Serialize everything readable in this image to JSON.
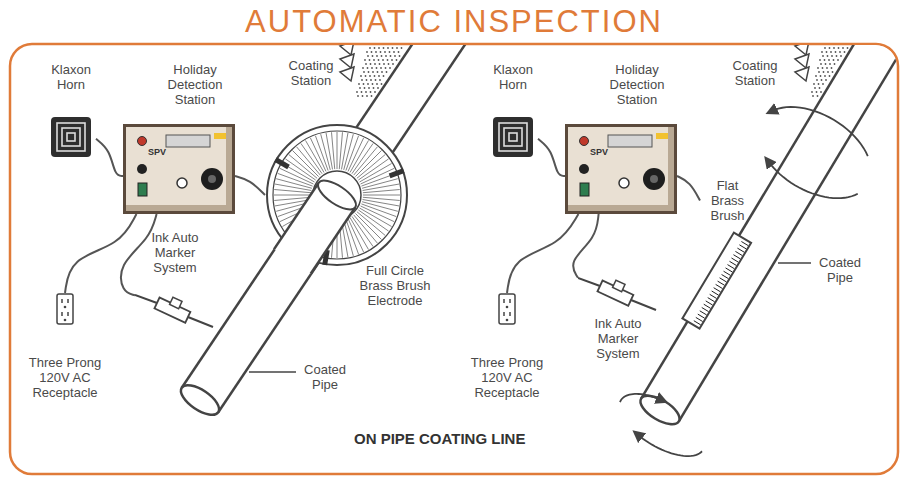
{
  "diagram": {
    "title": "AUTOMATIC INSPECTION",
    "caption": "ON PIPE COATING LINE",
    "nodes": [
      {
        "text": [
          "Klaxon Horn"
        ]
      },
      {
        "text": [
          "Holiday Detection Station",
          "SPV"
        ]
      },
      {
        "text": [
          "Full Circle Brass Brush Electrode"
        ]
      },
      {
        "text": [
          "Ink Auto Marker System"
        ]
      },
      {
        "text": [
          "Three Prong 120V AC Receptacle"
        ]
      },
      {
        "text": [
          "Klaxon Horn"
        ]
      },
      {
        "text": [
          "Holiday Detection Station",
          "SPV"
        ]
      },
      {
        "text": [
          "Flat Brass Brush"
        ]
      },
      {
        "text": [
          "Ink Auto Marker System"
        ]
      },
      {
        "text": [
          "Three Prong 120V AC Receptacle"
        ]
      }
    ],
    "edges": [
      {
        "from": 0,
        "to": 1,
        "arrow": "none"
      },
      {
        "from": 1,
        "to": 2,
        "arrow": "none"
      },
      {
        "from": 1,
        "to": 3,
        "arrow": "none"
      },
      {
        "from": 1,
        "to": 4,
        "arrow": "none"
      },
      {
        "from": 5,
        "to": 6,
        "arrow": "none"
      },
      {
        "from": 6,
        "to": 7,
        "arrow": "none"
      },
      {
        "from": 6,
        "to": 8,
        "arrow": "none"
      },
      {
        "from": 6,
        "to": 9,
        "arrow": "none"
      }
    ],
    "labels": [
      "Coating Station",
      "Coated Pipe",
      "Coating Station",
      "Coated Pipe"
    ]
  }
}
